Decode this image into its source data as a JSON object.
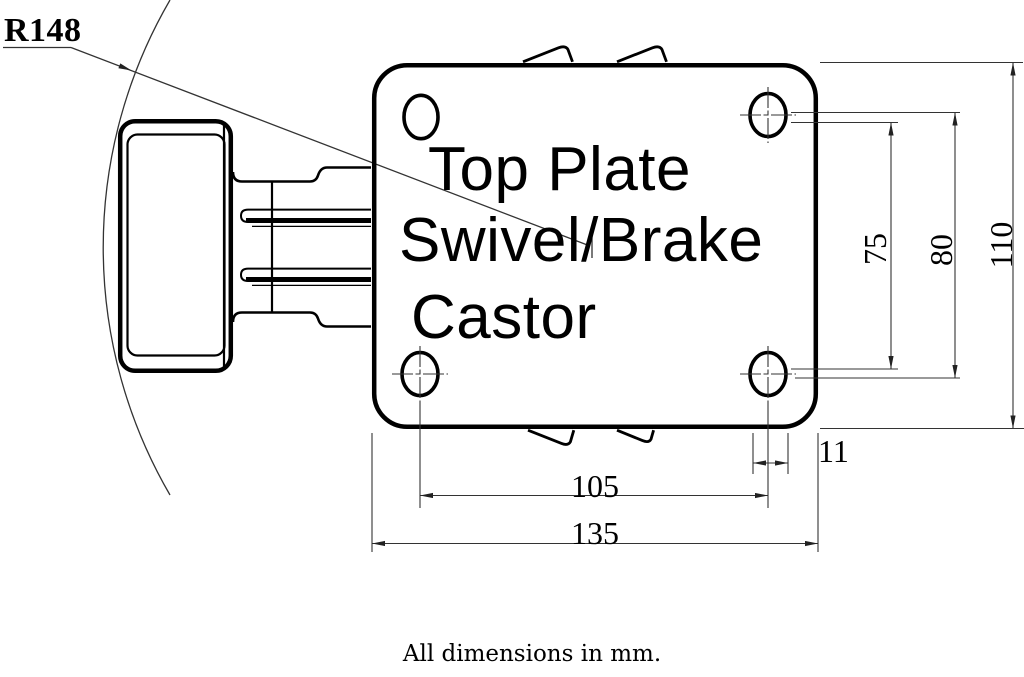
{
  "radius_label": "R148",
  "plate_label": {
    "line1": "Top Plate",
    "line2": "Swivel/Brake",
    "line3": "Castor"
  },
  "dimensions": {
    "d75": "75",
    "d80": "80",
    "d110": "110",
    "d105": "105",
    "d135": "135",
    "d11": "11"
  },
  "note": "All dimensions in mm.",
  "colors": {
    "object_line": "#000000",
    "thin_line": "#333333",
    "background": "#ffffff"
  }
}
